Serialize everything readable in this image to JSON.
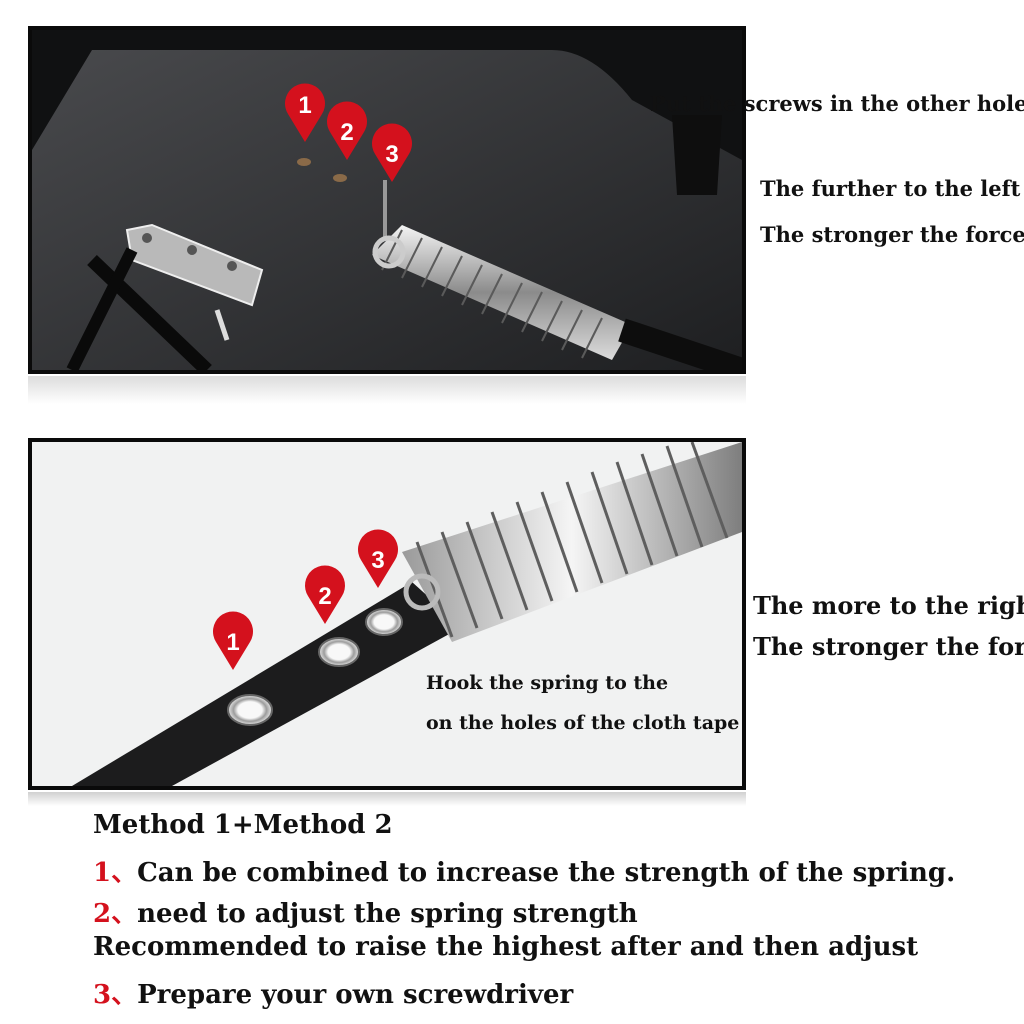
{
  "top_panel": {
    "markers": [
      "1",
      "2",
      "3"
    ],
    "note_title": "Put the screws in the other holes",
    "note_line1": "The further to the left",
    "note_line2": "The stronger the force"
  },
  "bottom_panel": {
    "markers": [
      "1",
      "2",
      "3"
    ],
    "caption_line1": "Hook the spring to the",
    "caption_line2": "on the holes of the cloth tape",
    "note_line1": "The more to the right",
    "note_line2": "The stronger the force"
  },
  "instructions": {
    "heading": "Method 1+Method 2",
    "items": [
      {
        "num": "1、",
        "text": "Can be combined to increase the strength of the spring."
      },
      {
        "num": "2、",
        "text": "need to adjust the spring strength"
      },
      {
        "num": "",
        "text": "Recommended to raise the highest after and then adjust"
      },
      {
        "num": "3、",
        "text": "Prepare your own screwdriver"
      }
    ]
  },
  "colors": {
    "marker_red": "#d4111d",
    "frame_black": "#0a0a0a"
  }
}
